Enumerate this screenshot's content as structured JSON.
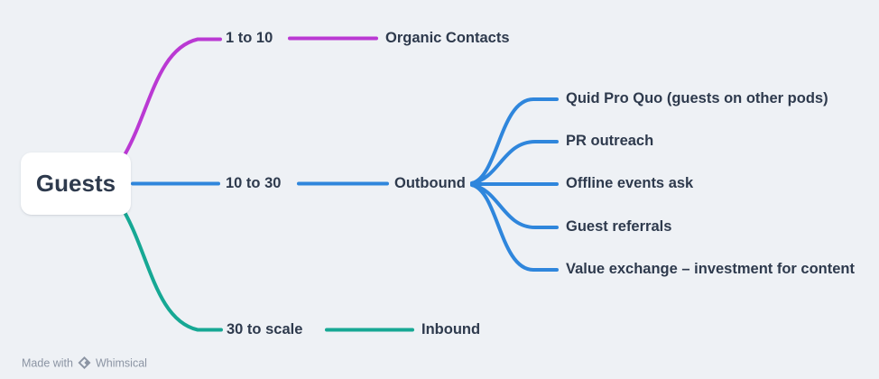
{
  "app": {
    "background_color": "#EEF1F5",
    "text_color": "#2E3A4D",
    "muted_color": "#8B94A3"
  },
  "colors": {
    "magenta": "#BA39D3",
    "blue": "#2F86DC",
    "teal": "#16A894"
  },
  "mindmap": {
    "root": {
      "label": "Guests"
    },
    "branches": [
      {
        "id": "organic",
        "color": "#BA39D3",
        "range_label": "1 to 10",
        "channel_label": "Organic Contacts",
        "children": []
      },
      {
        "id": "outbound",
        "color": "#2F86DC",
        "range_label": "10 to 30",
        "channel_label": "Outbound",
        "children": [
          "Quid Pro Quo (guests on other pods)",
          "PR outreach",
          "Offline events ask",
          "Guest referrals",
          "Value exchange – investment for content"
        ]
      },
      {
        "id": "inbound",
        "color": "#16A894",
        "range_label": "30 to scale",
        "channel_label": "Inbound",
        "children": []
      }
    ]
  },
  "footer": {
    "made_with": "Made with",
    "brand": "Whimsical"
  }
}
